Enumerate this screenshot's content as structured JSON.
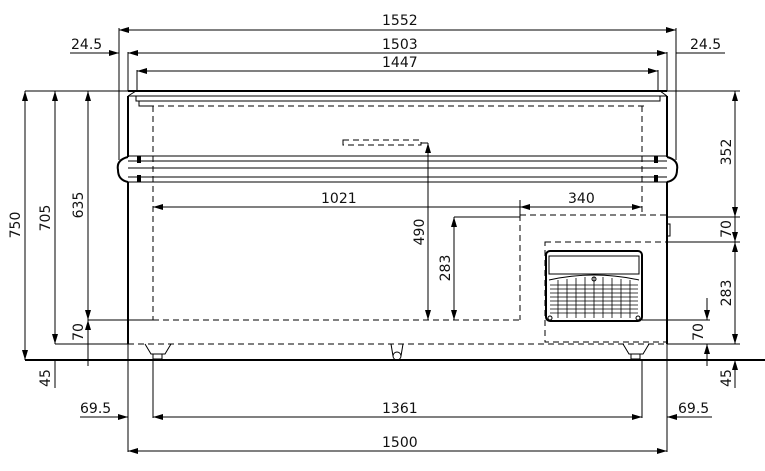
{
  "drawing": {
    "title": "Front elevation technical drawing with dimensions (mm)",
    "units": "mm",
    "line_color": "#000000",
    "background": "#ffffff"
  },
  "dimensions": {
    "top": {
      "overall_outer": "1552",
      "overall_body": "1503",
      "lid_width": "1447",
      "left_overhang": "24.5",
      "right_overhang": "24.5"
    },
    "left": {
      "total_height": "750",
      "body_height": "705",
      "inner_height": "635",
      "bottom_clearance": "70",
      "foot_height": "45"
    },
    "right": {
      "top_section": "352",
      "middle_section": "70",
      "compressor_height": "283",
      "bottom_clearance": "70",
      "foot_height": "45"
    },
    "interior": {
      "storage_width": "1021",
      "compressor_width": "340",
      "storage_depth": "490",
      "compressor_box_height": "283"
    },
    "bottom": {
      "left_offset": "69.5",
      "feet_spacing": "1361",
      "right_offset": "69.5",
      "overall_width": "1500"
    }
  }
}
